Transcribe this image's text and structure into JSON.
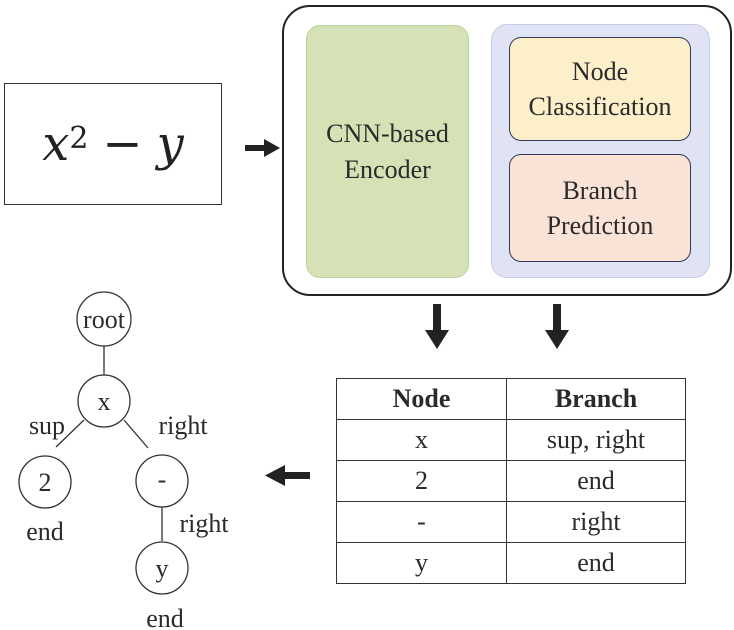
{
  "input": {
    "base": "x",
    "exponent": "2",
    "operator": "−",
    "var": "y"
  },
  "model": {
    "encoder_label": "CNN-based\nEncoder",
    "node_classification_label": "Node\nClassification",
    "branch_prediction_label": "Branch\nPrediction"
  },
  "table": {
    "headers": [
      "Node",
      "Branch"
    ],
    "rows": [
      [
        "x",
        "sup, right"
      ],
      [
        "2",
        "end"
      ],
      [
        "-",
        "right"
      ],
      [
        "y",
        "end"
      ]
    ]
  },
  "tree": {
    "nodes": {
      "root": "root",
      "x": "x",
      "two": "2",
      "minus": "-",
      "y": "y"
    },
    "edge_labels": {
      "sup": "sup",
      "right_x": "right",
      "right_minus": "right"
    },
    "end_labels": {
      "two": "end",
      "y": "end"
    }
  },
  "colors": {
    "encoder": "#d4e2b6",
    "heads_container": "#dfe3f3",
    "node_classification": "#fcefc9",
    "branch_prediction": "#f9e3d6",
    "arrows": "#222222"
  }
}
